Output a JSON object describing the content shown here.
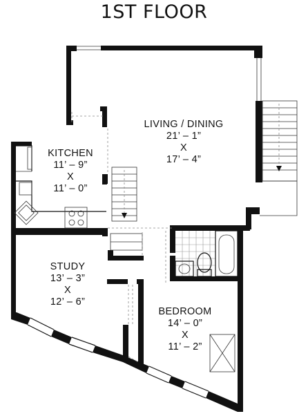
{
  "title": "1ST FLOOR",
  "rooms": {
    "living": {
      "name": "LIVING / DINING",
      "dim1": "21’ – 1”",
      "x": "X",
      "dim2": "17’ – 4”"
    },
    "kitchen": {
      "name": "KITCHEN",
      "dim1": "11’ – 9”",
      "x": "X",
      "dim2": "11’ – 0”"
    },
    "study": {
      "name": "STUDY",
      "dim1": "13’ – 3”",
      "x": "X",
      "dim2": "12’ – 6”"
    },
    "bedroom": {
      "name": "BEDROOM",
      "dim1": "14’ – 0”",
      "x": "X",
      "dim2": "11’ – 2”"
    }
  }
}
